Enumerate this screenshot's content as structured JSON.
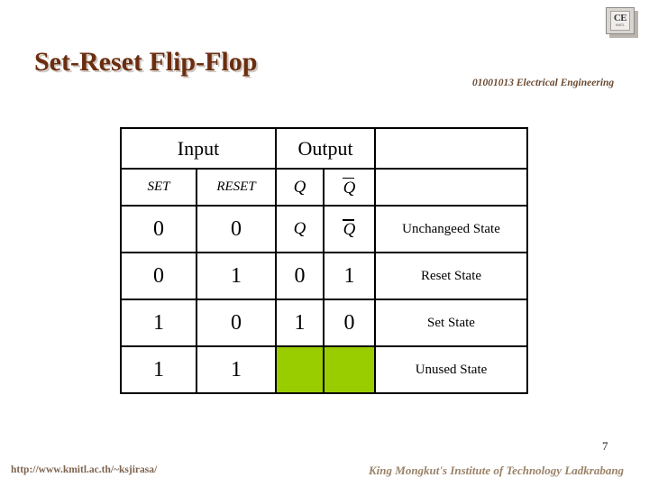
{
  "slide": {
    "title": "Set-Reset Flip-Flop",
    "course_label": "01001013 Electrical Engineering",
    "page_number": "7",
    "title_color": "#6B2D10",
    "rule_bar_start_color": "#5A2A0C",
    "rule_bar_end_color": "#FFFFFF"
  },
  "logo": {
    "icon": "ce-chip-icon",
    "mark": "CE",
    "submark": "KMITL"
  },
  "table": {
    "group_headers": [
      {
        "label": "Input",
        "colspan": 2
      },
      {
        "label": "Output",
        "colspan": 2
      },
      {
        "label": "",
        "colspan": 1
      }
    ],
    "signal_headers": [
      "SET",
      "RESET",
      "Q",
      "Q̅",
      ""
    ],
    "rows": [
      {
        "set": "0",
        "reset": "0",
        "q": "Q",
        "qbar": "Q̅",
        "q_is_symbol": true,
        "qbar_is_symbol": true,
        "q_highlight": false,
        "note": "Unchangeed State",
        "note_color": "#2C2C8C"
      },
      {
        "set": "0",
        "reset": "1",
        "q": "0",
        "qbar": "1",
        "q_is_symbol": false,
        "qbar_is_symbol": false,
        "q_highlight": false,
        "note": "Reset State",
        "note_color": "#2C2C8C"
      },
      {
        "set": "1",
        "reset": "0",
        "q": "1",
        "qbar": "0",
        "q_is_symbol": false,
        "qbar_is_symbol": false,
        "q_highlight": false,
        "note": "Set State",
        "note_color": "#2C2C8C"
      },
      {
        "set": "1",
        "reset": "1",
        "q": "",
        "qbar": "",
        "q_is_symbol": false,
        "qbar_is_symbol": false,
        "q_highlight": true,
        "highlight_color": "#9ACD00",
        "note": "Unused State",
        "note_color": "#9E1B1B"
      }
    ]
  },
  "footer": {
    "url": "http://www.kmitl.ac.th/~ksjirasa/",
    "institution": "King Mongkut's Institute of Technology Ladkrabang"
  }
}
